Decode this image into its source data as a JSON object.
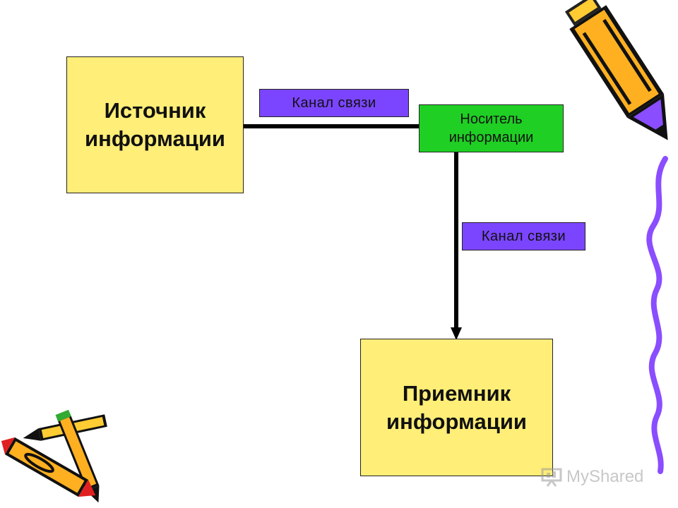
{
  "diagram": {
    "source": {
      "label": "Источник\nинформации"
    },
    "channel_top": {
      "label": "Канал связи"
    },
    "carrier": {
      "label": "Носитель\nинформации"
    },
    "channel_right": {
      "label": "Канал связи"
    },
    "receiver": {
      "label": "Приемник\nинформации"
    }
  },
  "colors": {
    "box_yellow": "#ffee77",
    "channel_violet": "#7b45ff",
    "carrier_green": "#1fcf24",
    "decor_line": "#8a4dff"
  },
  "decorations": {
    "icons": [
      "pencil-icon",
      "crayons-icon",
      "wavy-line"
    ]
  },
  "watermark": {
    "text": "MyShared"
  }
}
